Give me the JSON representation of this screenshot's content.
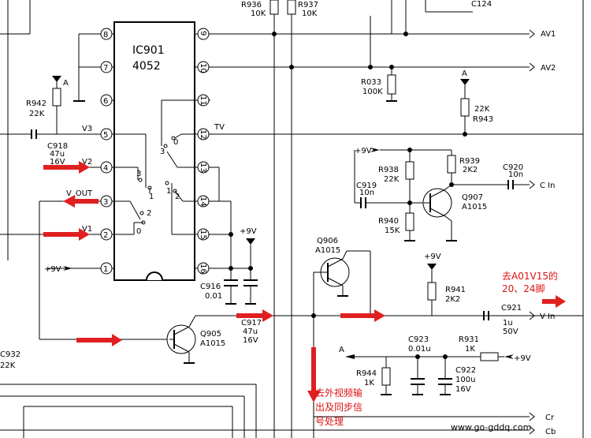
{
  "ic": {
    "name": "IC901",
    "part": "4052"
  },
  "pins": {
    "p1": "1",
    "p2": "2",
    "p3": "3",
    "p4": "4",
    "p5": "5",
    "p6": "6",
    "p7": "7",
    "p8": "8",
    "p9": "9",
    "p10": "10",
    "p11": "11",
    "p12": "12",
    "p13": "13",
    "p14": "14",
    "p15": "15",
    "p16": "16"
  },
  "switch_labels": {
    "s1": "1",
    "s2": "2",
    "s3": "3",
    "s0": "0",
    "t0": "0",
    "t1": "1",
    "t2": "2",
    "t3": "3"
  },
  "signals": {
    "av1": "AV1",
    "av2": "AV2",
    "cin": "C In",
    "vin": "V In",
    "cr": "Cr",
    "cb": "Cb",
    "v1": "V1",
    "v2": "V2",
    "v3": "V3",
    "vout": "V_OUT",
    "tv": "TV",
    "p9v_a": "+9V",
    "p9v_b": "+9V",
    "p9v_c": "+9V",
    "p9v_d": "+9V",
    "p9v_e": "+9V",
    "a1": "A",
    "a2": "A",
    "a3": "A"
  },
  "components": {
    "r936": [
      "R936",
      "10K"
    ],
    "r937": [
      "R937",
      "10K"
    ],
    "c124": [
      "C124"
    ],
    "r033": [
      "R033",
      "100K"
    ],
    "r942": [
      "R942",
      "22K"
    ],
    "c918": [
      "C918",
      "47u",
      "16V"
    ],
    "r943": [
      "22K",
      "R943"
    ],
    "r939": [
      "R939",
      "2K2"
    ],
    "c920": [
      "C920",
      "10n"
    ],
    "r938": [
      "R938",
      "22K"
    ],
    "c919": [
      "C919",
      "10n"
    ],
    "q907": [
      "Q907",
      "A1015"
    ],
    "r940": [
      "R940",
      "15K"
    ],
    "q906": [
      "Q906",
      "A1015"
    ],
    "r941": [
      "R941",
      "2K2"
    ],
    "c916": [
      "C916",
      "0.01"
    ],
    "c917": [
      "C917",
      "47u",
      "16V"
    ],
    "q905": [
      "Q905",
      "A1015"
    ],
    "c921": [
      "C921",
      "1u",
      "50V"
    ],
    "c923": [
      "C923",
      "0.01u"
    ],
    "r931": [
      "R931",
      "1K"
    ],
    "r944": [
      "R944",
      "1K"
    ],
    "c922": [
      "C922",
      "100u",
      "16V"
    ],
    "r932": [
      "C932",
      "22K"
    ]
  },
  "annotations": {
    "to_a01": [
      "去A01V15的",
      "20、24脚"
    ],
    "to_ext": [
      "去外视频输",
      "出及同步信",
      "号处理"
    ]
  },
  "watermark": "www.go-gddq.com",
  "colors": {
    "wire": "#000000",
    "arrow": "#e02020",
    "note": "#d11111"
  }
}
